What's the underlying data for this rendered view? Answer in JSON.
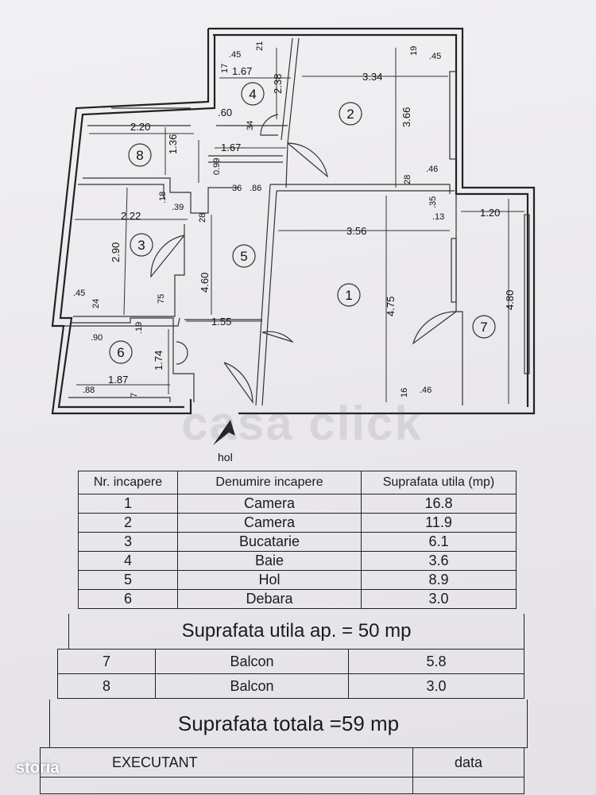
{
  "plan": {
    "room_numbers": [
      "1",
      "2",
      "3",
      "4",
      "5",
      "6",
      "7",
      "8"
    ],
    "dimensions": {
      "r4_w": "1.67",
      "r4_h": "2.38",
      "r4_a": ".45",
      "r4_b": "21",
      "r4_c": "17",
      "r4_d": ".60",
      "r4_e": "34",
      "r2_w": "3.34",
      "r2_h": "3.66",
      "r2_a": "19",
      "r2_b": ".45",
      "r2_c": "28",
      "r2_d": ".46",
      "r8_w": "2.20",
      "r8_h": "1.36",
      "corr_w": "1.67",
      "corr_h": "0.99",
      "corr_a": "36",
      "corr_b": ".86",
      "r3_a": ".18",
      "r3_b": ".39",
      "r3_w": "2.22",
      "r3_h": "2.90",
      "r3_c": ".45",
      "r3_d": "24",
      "r3_e": "75",
      "r5_a": "28",
      "r5_h": "4.60",
      "r5_w": "1.55",
      "r1_w": "3.56",
      "r1_h": "4.75",
      "r1_a": ".35",
      "r1_b": ".13",
      "r1_c": "16",
      "r1_d": ".46",
      "r7_w": "1.20",
      "r7_h": "4.80",
      "r6_a": ".90",
      "r6_b": ".19",
      "r6_h": "1.74",
      "r6_w": "1.87",
      "r6_c": ".88",
      "r6_d": "7"
    },
    "entrance_label": "hol"
  },
  "watermark": "casa click",
  "rooms_table": {
    "headers": [
      "Nr. incapere",
      "Denumire incapere",
      "Suprafata utila (mp)"
    ],
    "rows": [
      {
        "nr": "1",
        "name": "Camera",
        "area": "16.8"
      },
      {
        "nr": "2",
        "name": "Camera",
        "area": "11.9"
      },
      {
        "nr": "3",
        "name": "Bucatarie",
        "area": "6.1"
      },
      {
        "nr": "4",
        "name": "Baie",
        "area": "3.6"
      },
      {
        "nr": "5",
        "name": "Hol",
        "area": "8.9"
      },
      {
        "nr": "6",
        "name": "Debara",
        "area": "3.0"
      }
    ]
  },
  "useful_total": "Suprafata  utila  ap. = 50 mp",
  "balconies": [
    {
      "nr": "7",
      "name": "Balcon",
      "area": "5.8"
    },
    {
      "nr": "8",
      "name": "Balcon",
      "area": "3.0"
    }
  ],
  "grand_total": "Suprafata totala =59 mp",
  "footer": {
    "executant": "EXECUTANT",
    "date": "data"
  },
  "brand": "storia"
}
